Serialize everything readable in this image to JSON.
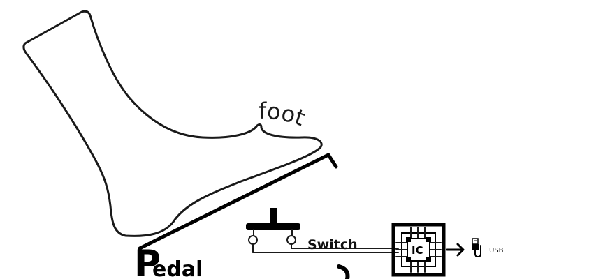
{
  "diagram": {
    "foot_label": "foot",
    "pedal_label_cap": "P",
    "pedal_label_rest": "edal",
    "switch_label": "Switch",
    "ic_label": "IC",
    "usb_label": "USB"
  },
  "colors": {
    "ink": "#1a1a1a",
    "background": "#ffffff"
  },
  "icons": {
    "usb": "usb-plug-icon",
    "arrow": "right-arrow-icon",
    "chip": "ic-chip-icon"
  }
}
